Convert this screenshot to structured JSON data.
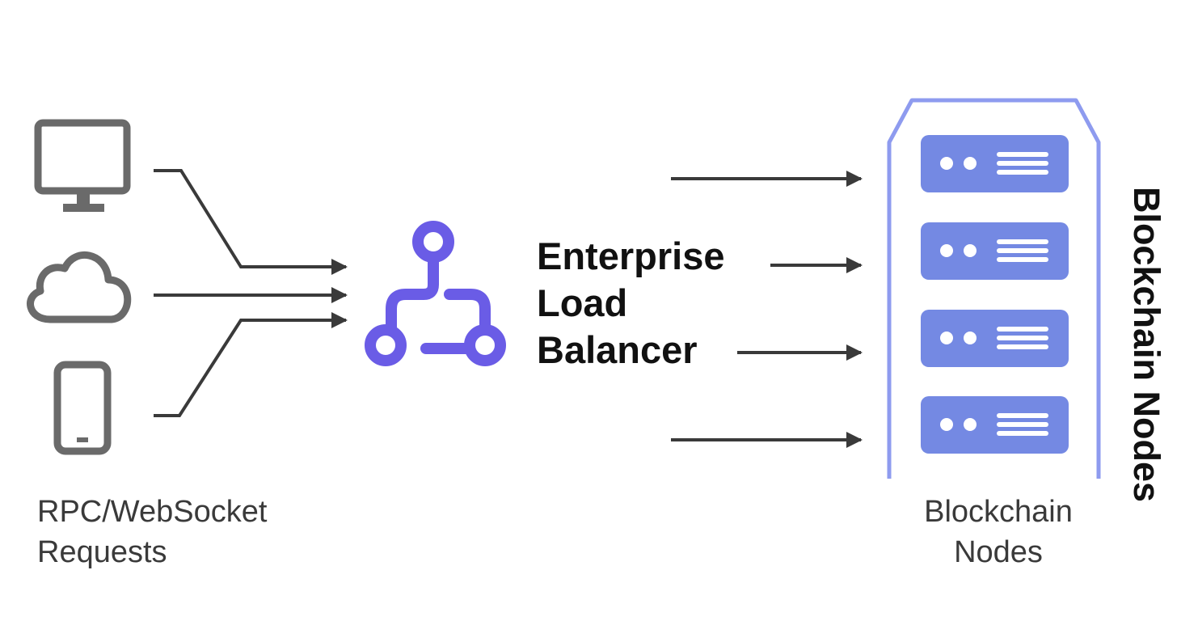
{
  "diagram": {
    "clients": {
      "icons": [
        "monitor-icon",
        "cloud-icon",
        "smartphone-icon"
      ],
      "label_line1": "RPC/WebSocket",
      "label_line2": "Requests"
    },
    "load_balancer": {
      "icon": "network-branch-icon",
      "title_line1": "Enterprise",
      "title_line2": "Load",
      "title_line3": "Balancer"
    },
    "nodes": {
      "server_count": 4,
      "label_line1": "Blockchain",
      "label_line2": "Nodes",
      "vertical_label": "Blockchain Nodes"
    },
    "colors": {
      "accent_purple": "#6a5ce6",
      "server_blue": "#7489e3",
      "rack_outline": "#8e9bef",
      "icon_gray": "#6a6a6a",
      "arrow": "#3a3a3a"
    }
  }
}
